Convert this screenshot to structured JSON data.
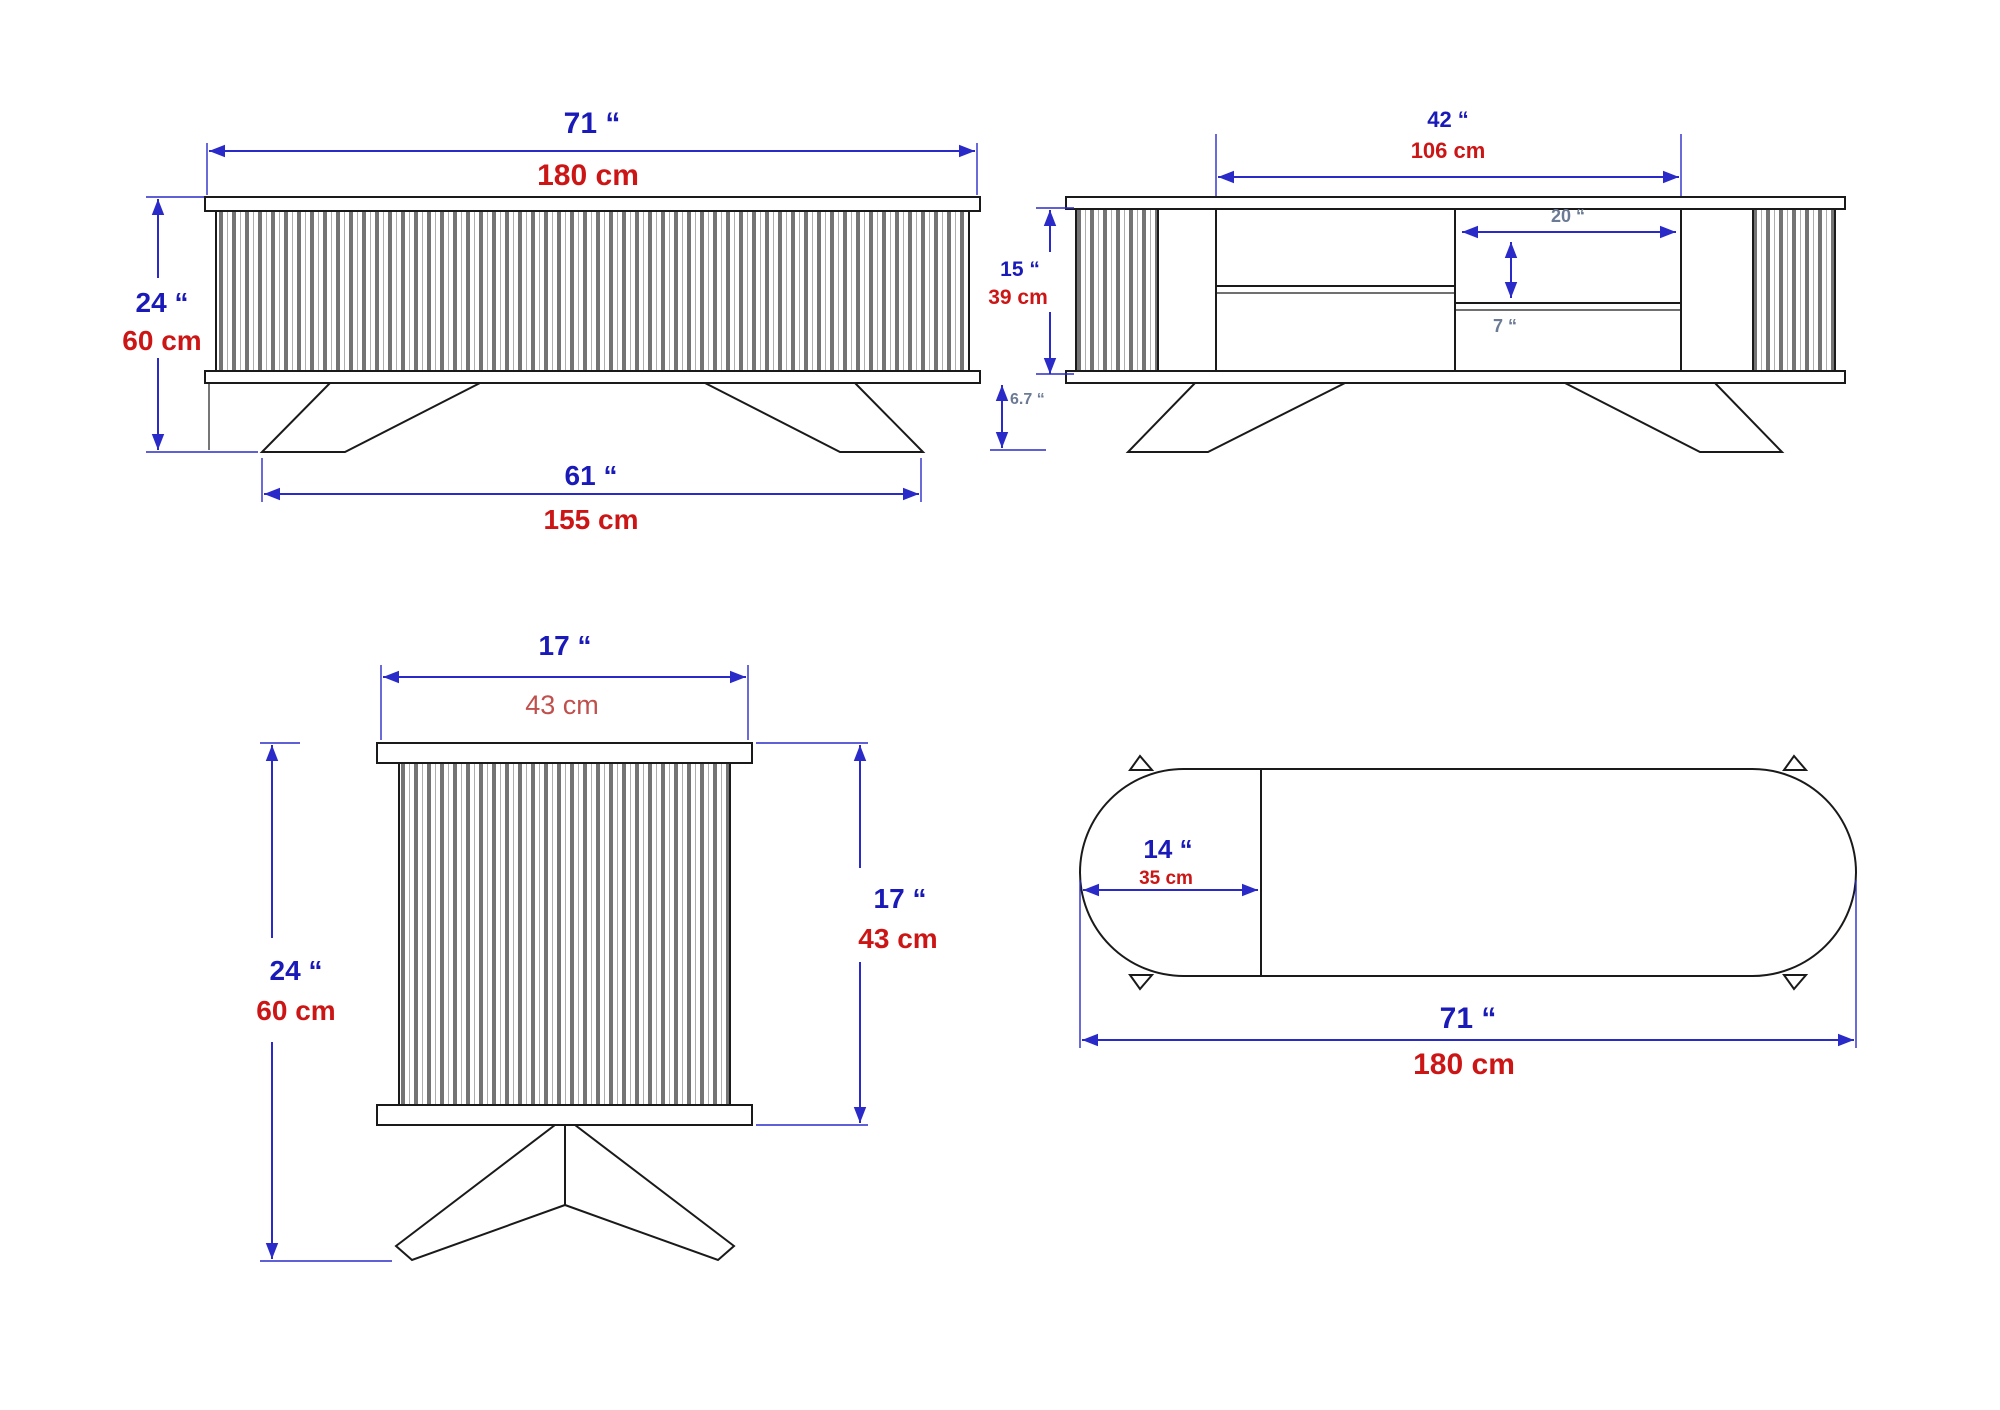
{
  "colors": {
    "dimension_blue": "#2a2ac8",
    "inch_label_blue": "#1a1ab8",
    "cm_label_red": "#cc1616",
    "cm_label_soft_red": "#c0504d",
    "muted_blue_gray": "#6b7b95",
    "line_black": "#1a1a1a"
  },
  "front_view": {
    "width_in": "71 “",
    "width_cm": "180 cm",
    "height_in": "24 “",
    "height_cm": "60 cm",
    "feet_span_in": "61 “",
    "feet_span_cm": "155 cm"
  },
  "rear_view": {
    "opening_width_in": "42 “",
    "opening_width_cm": "106 cm",
    "shelf_width_in": "20 “",
    "opening_height_in": "15 “",
    "opening_height_cm": "39 cm",
    "shelf_gap_in": "7 “",
    "leg_clearance_in": "6.7 “"
  },
  "side_view": {
    "top_depth_in": "17 “",
    "top_depth_cm": "43 cm",
    "height_in": "24 “",
    "height_cm": "60 cm",
    "body_height_in": "17 “",
    "body_height_cm": "43 cm"
  },
  "top_view": {
    "depth_in": "14 “",
    "depth_cm": "35 cm",
    "width_in": "71 “",
    "width_cm": "180 cm"
  }
}
